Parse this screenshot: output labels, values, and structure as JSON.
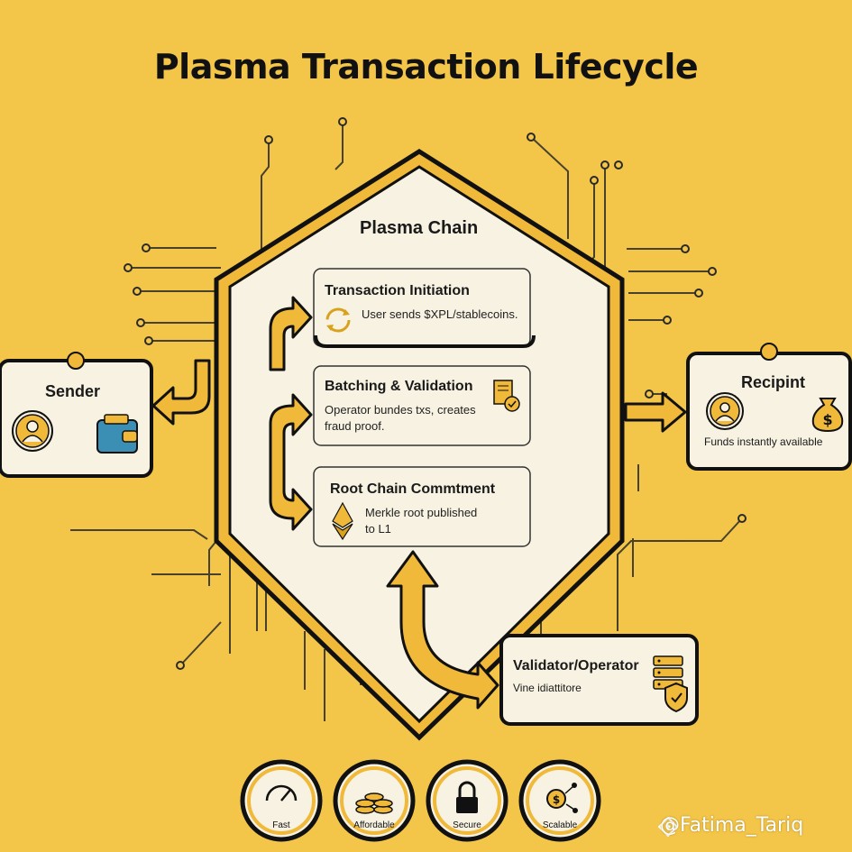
{
  "title": "Plasma Transaction Lifecycle",
  "chain_label": "Plasma Chain",
  "steps": [
    {
      "title": "Transaction Initiation",
      "desc": "User sends $XPL/stablecoins.",
      "icon": "refresh-icon"
    },
    {
      "title": "Batching & Validation",
      "desc_line1": "Operator bundes txs, creates",
      "desc_line2": "fraud proof.",
      "icon": "document-check-icon"
    },
    {
      "title": "Root Chain Commtment",
      "desc_line1": "Merkle root published",
      "desc_line2": "to L1",
      "icon": "ethereum-icon"
    }
  ],
  "sender": {
    "title": "Sender",
    "icons": [
      "user-avatar-icon",
      "wallet-icon"
    ]
  },
  "recipient": {
    "title": "Recipint",
    "desc": "Funds instantly available",
    "icons": [
      "user-avatar-icon",
      "money-bag-icon"
    ]
  },
  "validator": {
    "title": "Validator/Operator",
    "desc": "Vine idiattitore",
    "icons": [
      "server-icon",
      "shield-icon"
    ]
  },
  "badges": [
    {
      "label": "Fast",
      "icon": "speedometer-icon"
    },
    {
      "label": "Affordable",
      "icon": "coins-icon"
    },
    {
      "label": "Secure",
      "icon": "lock-icon"
    },
    {
      "label": "Scalable",
      "icon": "dollar-network-icon"
    }
  ],
  "watermark": "@Fatima_Tariq",
  "colors": {
    "background": "#f3c548",
    "panel": "#f7f2e1",
    "outline": "#111111",
    "accent": "#f0b93a",
    "wallet": "#3b8fb5"
  }
}
